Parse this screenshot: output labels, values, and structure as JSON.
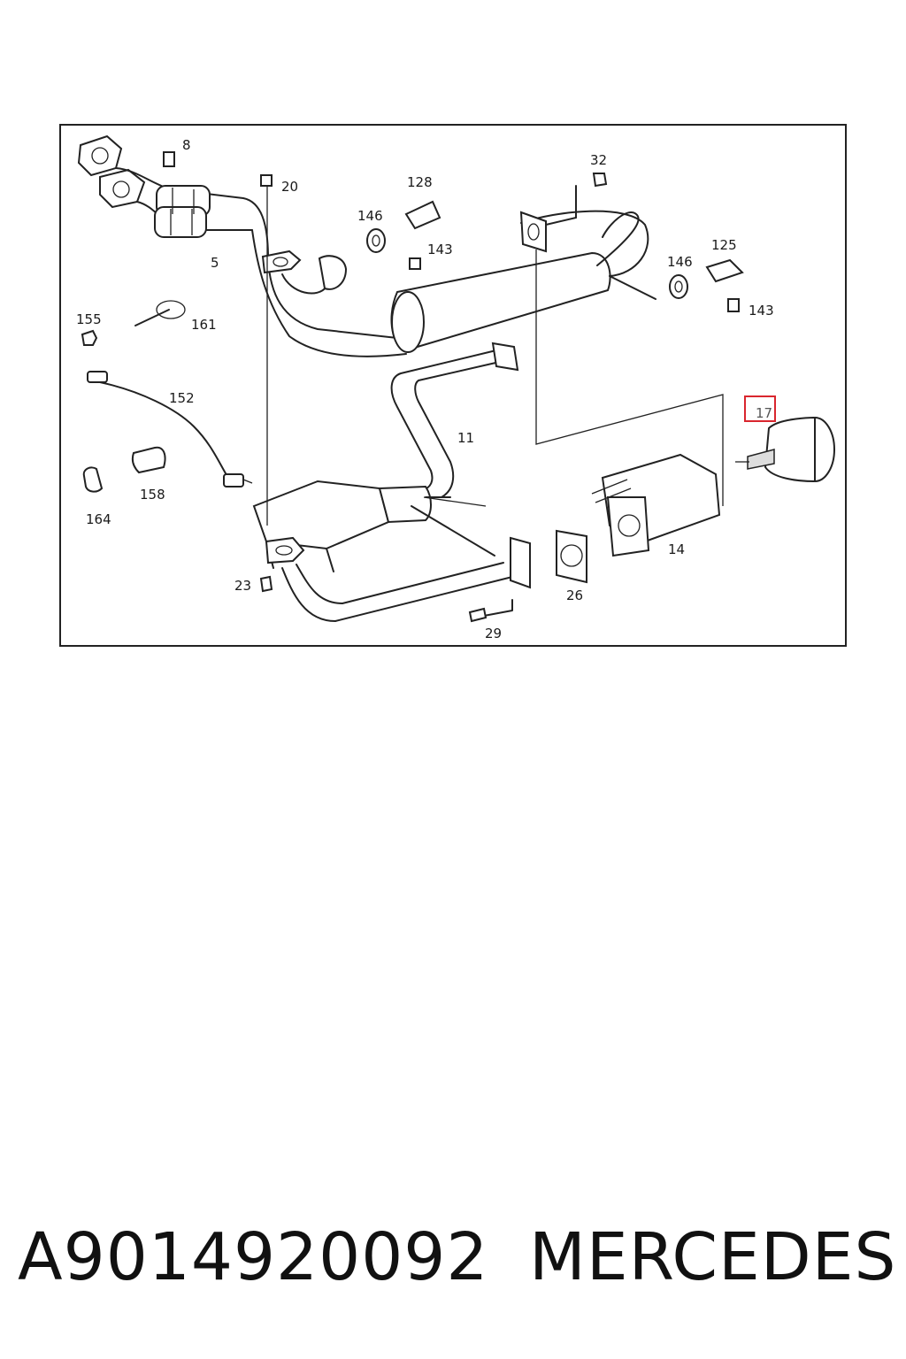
{
  "diagram": {
    "callouts": [
      "8",
      "20",
      "128",
      "32",
      "146",
      "143",
      "5",
      "125",
      "146",
      "143",
      "155",
      "161",
      "152",
      "11",
      "17",
      "158",
      "164",
      "14",
      "23",
      "26",
      "29"
    ],
    "highlighted_callout": "17"
  },
  "footer": {
    "part_number": "A9014920092",
    "brand": "MERCEDES"
  },
  "colors": {
    "line": "#222222",
    "highlight": "#d9262e",
    "background": "#ffffff"
  }
}
